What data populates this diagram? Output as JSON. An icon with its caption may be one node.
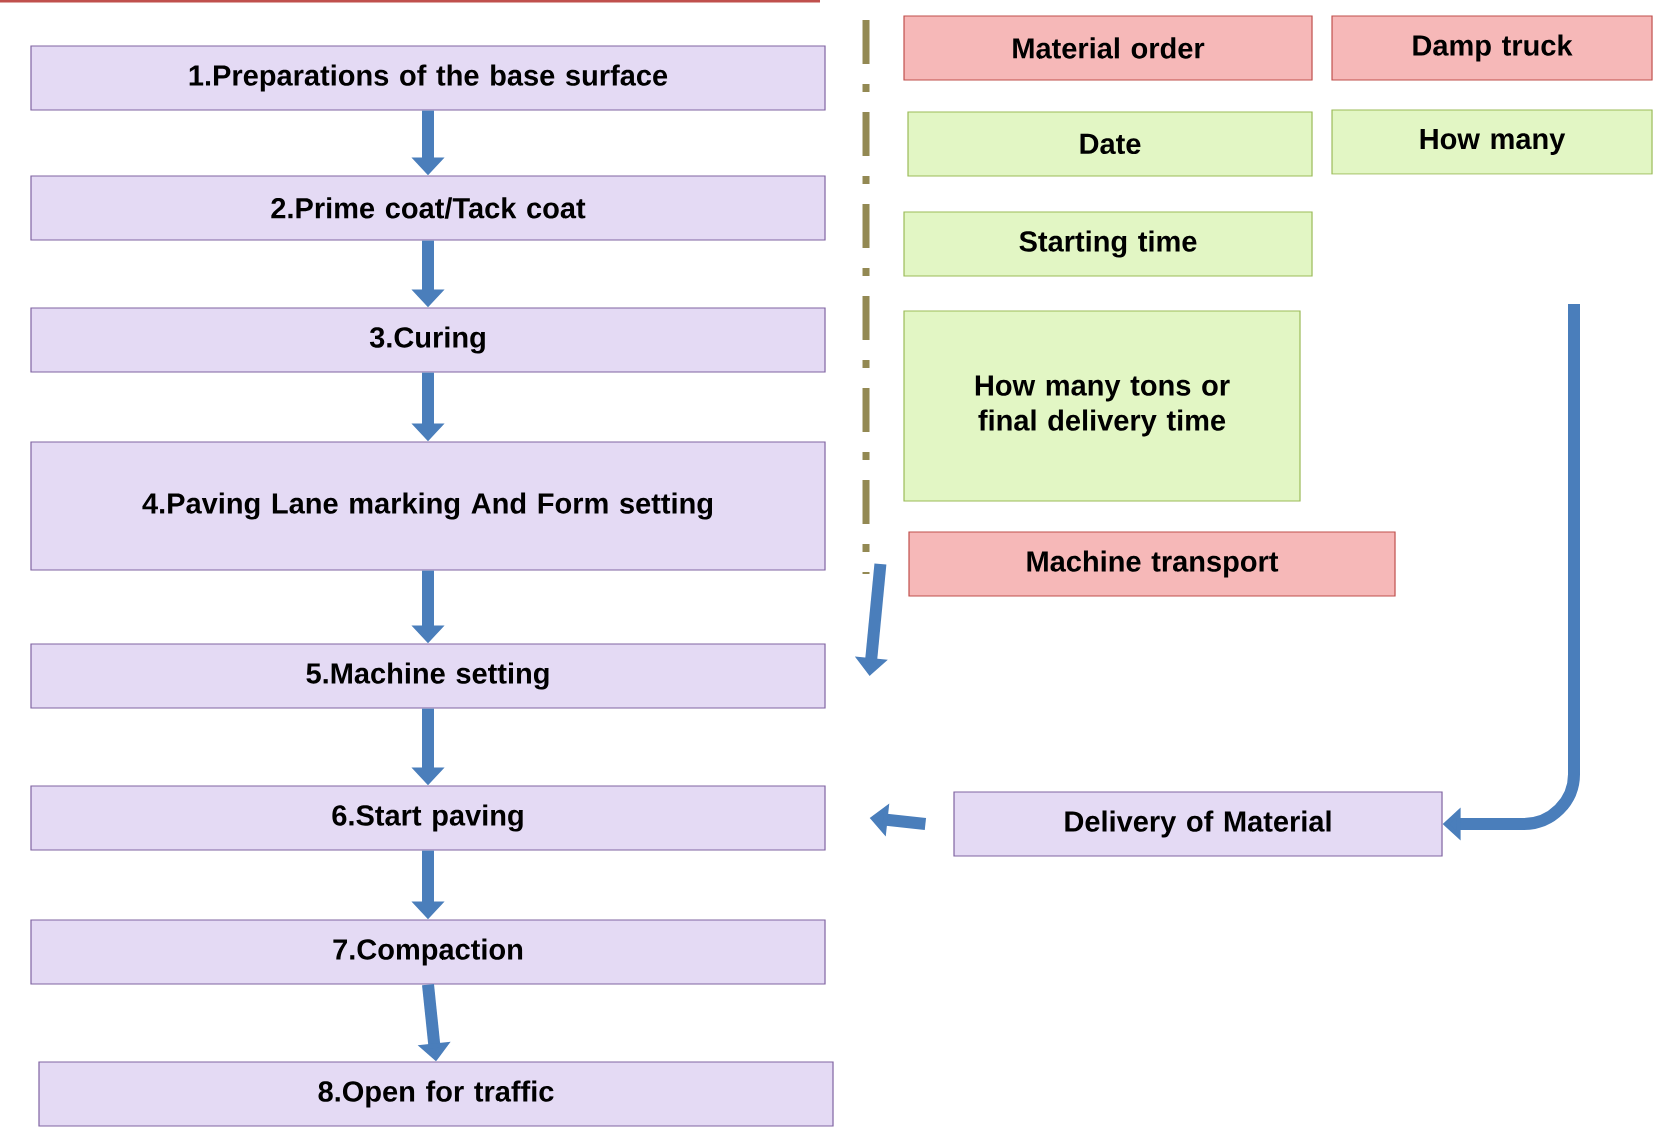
{
  "diagram": {
    "nodes": [
      {
        "text": [
          "1.Preparations of the base surface"
        ]
      },
      {
        "text": [
          "2.Prime coat/Tack coat"
        ]
      },
      {
        "text": [
          "3.Curing"
        ]
      },
      {
        "text": [
          "4.Paving Lane marking And Form setting"
        ]
      },
      {
        "text": [
          "5.Machine setting"
        ]
      },
      {
        "text": [
          "6.Start paving"
        ]
      },
      {
        "text": [
          "7.Compaction"
        ]
      },
      {
        "text": [
          "8.Open for traffic"
        ]
      },
      {
        "text": [
          "Material order"
        ]
      },
      {
        "text": [
          "Damp truck"
        ]
      },
      {
        "text": [
          "Date"
        ]
      },
      {
        "text": [
          "How many"
        ]
      },
      {
        "text": [
          "Starting time"
        ]
      },
      {
        "text": [
          "How many tons or final delivery time"
        ]
      },
      {
        "text": [
          "Machine transport"
        ]
      },
      {
        "text": [
          "Delivery of Material"
        ]
      }
    ],
    "edges": [
      {
        "from": 0,
        "to": 1,
        "arrow": "to"
      },
      {
        "from": 1,
        "to": 2,
        "arrow": "to"
      },
      {
        "from": 2,
        "to": 3,
        "arrow": "to"
      },
      {
        "from": 3,
        "to": 4,
        "arrow": "to"
      },
      {
        "from": 4,
        "to": 5,
        "arrow": "to"
      },
      {
        "from": 5,
        "to": 6,
        "arrow": "to"
      },
      {
        "from": 6,
        "to": 7,
        "arrow": "to"
      },
      {
        "from": 14,
        "to": 4,
        "arrow": "to"
      },
      {
        "from": 15,
        "to": 5,
        "arrow": "to"
      },
      {
        "from": null,
        "to": 15,
        "arrow": "to"
      }
    ]
  }
}
